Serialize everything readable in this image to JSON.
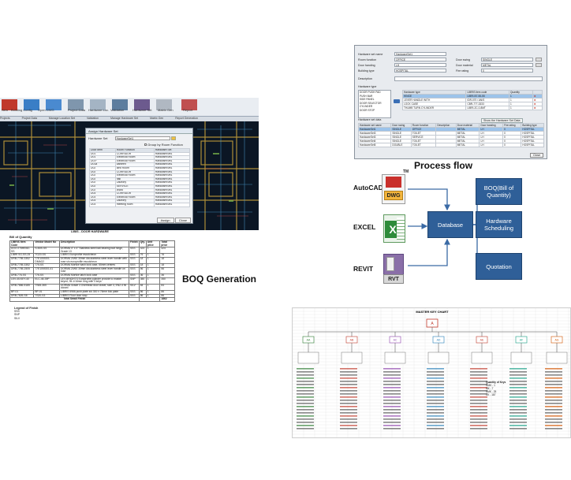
{
  "cad": {
    "ribbon_buttons": [
      "New",
      "Building Config",
      "Open DWG",
      "Project Data",
      "Hardware Loc.",
      "Validation",
      "Hardware Set",
      "Matrix Gen",
      "Report"
    ],
    "tabs": [
      "Projects",
      "Project Data",
      "Manage Location Set",
      "Validation",
      "Manage Hardware Set",
      "Matrix Gen",
      "Report Generation"
    ],
    "dialog": {
      "title": "Assign Hardware Set",
      "set_label": "Hardware Set",
      "set_value": "HardwareSet1",
      "checkbox_label": "Group by Room Function",
      "columns": [
        "Door Item",
        "Room Function",
        "Hardware Set"
      ],
      "rows": [
        [
          "D01",
          "CORRIDOR",
          "HardwareSet1"
        ],
        [
          "D01",
          "Electrical Room",
          "HardwareSet1"
        ],
        [
          "D01*",
          "Electrical Room",
          "HardwareSet1"
        ],
        [
          "D01a",
          "canteen",
          "HardwareSet1"
        ],
        [
          "D02",
          "Bed Room",
          "HardwareSet1"
        ],
        [
          "D02",
          "CORRIDOR",
          "HardwareSet1"
        ],
        [
          "D02",
          "Electrical Room",
          "HardwareSet1"
        ],
        [
          "D02",
          "hall",
          "HardwareSet1"
        ],
        [
          "D02",
          "Laundry",
          "HardwareSet1"
        ],
        [
          "D02",
          "SERVICE",
          "HardwareSet1"
        ],
        [
          "D02",
          "Ward",
          "HardwareSet1"
        ],
        [
          "D03",
          "CORRIDOR",
          "HardwareSet1"
        ],
        [
          "D03",
          "Electrical Room",
          "HardwareSet1"
        ],
        [
          "D03",
          "Laundry",
          "HardwareSet1"
        ],
        [
          "D03",
          "meeting room",
          "HardwareSet1"
        ]
      ],
      "assign_label": "Assign",
      "close_label": "Close"
    },
    "caption": "LIBIS - DOOR HARDWARE"
  },
  "form": {
    "fields": [
      {
        "label": "Hardware set name",
        "value": "HardwareSet1"
      },
      {
        "label": "Room function",
        "value": "OFFICE"
      },
      {
        "label": "Door handing",
        "value": "LH"
      },
      {
        "label": "Building type",
        "value": "HOSPITAL"
      },
      {
        "label": "Description",
        "value": ""
      }
    ],
    "right_fields": [
      {
        "label": "Door swing",
        "value": "SINGLE"
      },
      {
        "label": "Door material",
        "value": "METAL"
      },
      {
        "label": "Fire rating",
        "value": "0"
      }
    ],
    "items_label": "Hardware type",
    "item_columns": [
      "Hardware type",
      "LIBRIS item code",
      "Quantity"
    ],
    "item_rows": [
      [
        "HINGE",
        "LIBRI-B7-55-55",
        "1"
      ],
      [
        "LEVER HANDLE WITH",
        "IDR-070 / AN/S",
        "1"
      ],
      [
        "LOCK CASE",
        "CBR-777-3333",
        "1"
      ],
      [
        "THUMB TURN CYLINDER",
        "LIBRI-2C-0-8MT",
        "1"
      ]
    ],
    "left_list": [
      "DOOR PUSH PAD",
      "PUSH BAR",
      "SIDE PANEL",
      "DOOR SELECTOR",
      "CYLINDER",
      "DOOR STOP"
    ],
    "table_label": "Hardware set data",
    "filter_label": "Show the Hardware Set Data",
    "set_columns": [
      "Hardware set name",
      "Door swing",
      "Room function",
      "Description",
      "Door material",
      "Door handing",
      "Fire rating",
      "Building type"
    ],
    "set_rows": [
      [
        "HardwareSet1",
        "SINGLE",
        "OFFICE",
        "",
        "METAL",
        "LH",
        "0",
        "HOSPITAL"
      ],
      [
        "HardwareSet3",
        "SINGLE",
        "TOILET",
        "",
        "METAL",
        "LH",
        "0",
        "HOSPITAL"
      ],
      [
        "HardwareSet3",
        "SINGLE",
        "SERVICE",
        "",
        "METAL",
        "LH",
        "0",
        "HOSPITAL"
      ],
      [
        "HardwareSet4",
        "SINGLE",
        "TOILET",
        "",
        "METAL",
        "LH",
        "0",
        "HOSPITAL"
      ],
      [
        "HardwareSet5",
        "DOUBLE",
        "TOILET",
        "",
        "METAL",
        "LH",
        "0",
        "HOSPITAL"
      ]
    ],
    "close_label": "Close"
  },
  "headings": {
    "process_flow": "Process flow",
    "boq_generation": "BOQ Generation"
  },
  "flow": {
    "sources": [
      {
        "label": "AutoCAD",
        "badge": "DWG"
      },
      {
        "label": "EXCEL",
        "badge": "X"
      },
      {
        "label": "REVIT",
        "badge": "RVT"
      }
    ],
    "tm": "TM",
    "database": "Database",
    "outputs": [
      "BOQ(Bill of Quantity)",
      "Hardware Scheduling",
      "Quotation"
    ],
    "colors": {
      "box": "#2f5f98",
      "border": "#1e436f",
      "arrow": "#3a6aa5"
    }
  },
  "boq": {
    "title": "Bill of Quantity",
    "columns": [
      "LIBRIS Item Code",
      "Vendor Model No",
      "Description",
      "Finish",
      "Qty.",
      "Unit price",
      "Total price"
    ],
    "rows": [
      [
        "DOO 275HEM2-SS",
        "S-B0S-SS",
        "DORMA 4\" x 4\" Stainless steel ball bearing butt hinge, Grade 13",
        "SSS",
        "424",
        "1",
        "424"
      ],
      [
        "LIBRI SG-SS-25",
        "TG20-SS",
        "LIBRIS Europrofile escutcheon",
        "SSS",
        "76",
        "1",
        "76"
      ],
      [
        "DRB-7755-3352",
        "77E105SSS-DMAG2",
        "DORMA 20/60 30mm dia.stainless steel lever handle with rose s/s europrofile escutcheon",
        "SSS",
        "18",
        "1",
        "18"
      ],
      [
        "DRB-7755-3352",
        "775-SS",
        "DORMA Mortice sash lock case, 55mm centres",
        "SSS",
        "18",
        "1",
        "18"
      ],
      [
        "DRB-7755-2505",
        "77E105SSS-41",
        "DORMA 20/60 30mm dia.stainless steel lever handle on rose",
        "SSS",
        "56",
        "1",
        "56"
      ],
      [
        "DRB-776-SS",
        "776-SS",
        "DORMA Mortice latch lock case",
        "SSS",
        "36",
        "1",
        "36"
      ],
      [
        "LEV-45-KEY-40",
        "ELC-45-39P",
        "LEV-BRIGHTS Europrofile cylinder provide to master keyed, 35-1/16mm long with 3 keys",
        "SNP",
        "350",
        "1",
        "350"
      ],
      [
        "DRB-7866-5185",
        "TS65-365",
        "DORMA Grade 3 Overhead door closer, size 3, EN2-4 fix closed",
        "SILV",
        "84",
        "1",
        "84"
      ],
      [
        "BP-01",
        "BP-01",
        "LIBRIS 6986 push plate s/s 300 x 75mm 6ck plate",
        "SSS",
        "86",
        "1",
        "86"
      ],
      [
        "DRB-7826-S8",
        "TS20-S3",
        "LIBRIS Floor door stop",
        "SSS",
        "86",
        "1",
        "86"
      ]
    ],
    "total_label": "Total Small Finish",
    "total_value": "1862",
    "legend_title": "Legend of Finish",
    "legend": [
      "SSS",
      "SNP",
      "SILV"
    ]
  },
  "org": {
    "title": "MASTER KEY CHART",
    "top": "A",
    "level2": [
      "AA",
      "AB",
      "AC",
      "AD",
      "AE",
      "AF",
      "AG"
    ],
    "summary_title": "Quantity of Keys",
    "summary_lines": [
      "GMK - 1",
      "MK - 7",
      "SMK - 25",
      "CK - 187"
    ]
  }
}
